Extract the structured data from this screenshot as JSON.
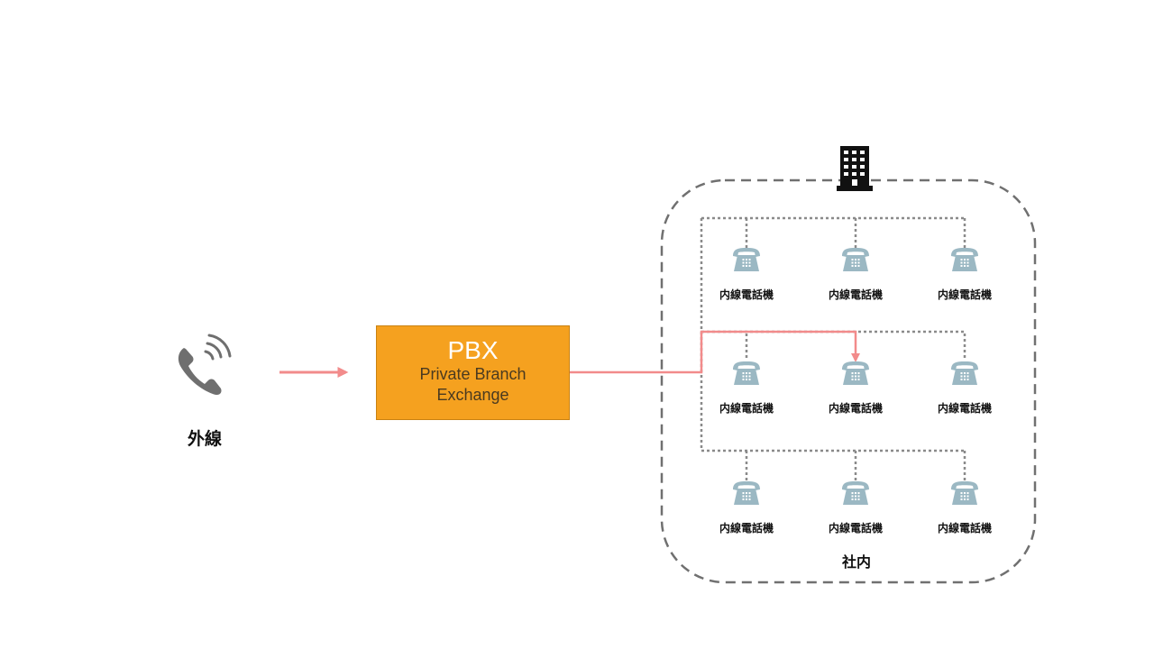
{
  "outside": {
    "label": "外線",
    "icon": "ringing-phone-icon"
  },
  "pbx": {
    "title": "PBX",
    "subtitle_line1": "Private Branch",
    "subtitle_line2": "Exchange"
  },
  "office": {
    "label": "社内",
    "icon": "office-building-icon"
  },
  "extension_phones": [
    {
      "label": "内線電話機",
      "icon": "desk-phone-icon",
      "row": 1,
      "col": 1
    },
    {
      "label": "内線電話機",
      "icon": "desk-phone-icon",
      "row": 1,
      "col": 2
    },
    {
      "label": "内線電話機",
      "icon": "desk-phone-icon",
      "row": 1,
      "col": 3
    },
    {
      "label": "内線電話機",
      "icon": "desk-phone-icon",
      "row": 2,
      "col": 1
    },
    {
      "label": "内線電話機",
      "icon": "desk-phone-icon",
      "row": 2,
      "col": 2,
      "receives_call": true
    },
    {
      "label": "内線電話機",
      "icon": "desk-phone-icon",
      "row": 2,
      "col": 3
    },
    {
      "label": "内線電話機",
      "icon": "desk-phone-icon",
      "row": 3,
      "col": 1
    },
    {
      "label": "内線電話機",
      "icon": "desk-phone-icon",
      "row": 3,
      "col": 2
    },
    {
      "label": "内線電話機",
      "icon": "desk-phone-icon",
      "row": 3,
      "col": 3
    }
  ],
  "colors": {
    "call_path": "#f28b8b",
    "pbx_fill": "#f5a11f",
    "phone_icon": "#9bb8c3",
    "dashed_border": "#707070",
    "dotted_line": "#8a8a8a"
  }
}
